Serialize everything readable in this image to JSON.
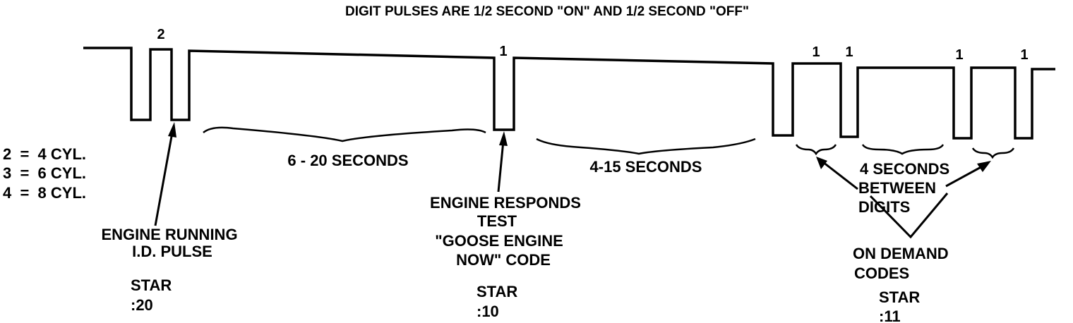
{
  "title": "DIGIT PULSES ARE 1/2 SECOND \"ON\" AND 1/2 SECOND  \"OFF\"",
  "cylinder_key": [
    "2  =  4 CYL.",
    "3  =  6 CYL.",
    "4  =  8 CYL."
  ],
  "pulse_digits": {
    "id_pulse": "2",
    "engine_responds": "1",
    "code_1a": "1",
    "code_1b": "1",
    "code_2a": "1",
    "code_2b": "1"
  },
  "intervals": {
    "first": "6 - 20 SECONDS",
    "second": "4-15 SECONDS",
    "between_digits": [
      "4 SECONDS",
      "BETWEEN",
      "DIGITS"
    ]
  },
  "labels": {
    "engine_running": [
      "ENGINE RUNNING",
      "I.D. PULSE"
    ],
    "engine_responds": [
      "ENGINE RESPONDS",
      "TEST",
      "\"GOOSE ENGINE",
      "NOW\" CODE"
    ],
    "on_demand": [
      "ON DEMAND",
      "CODES"
    ]
  },
  "star": {
    "a": {
      "name": "STAR",
      "code": ":20"
    },
    "b": {
      "name": "STAR",
      "code": ":10"
    },
    "c": {
      "name": "STAR",
      "code": ":11"
    }
  }
}
